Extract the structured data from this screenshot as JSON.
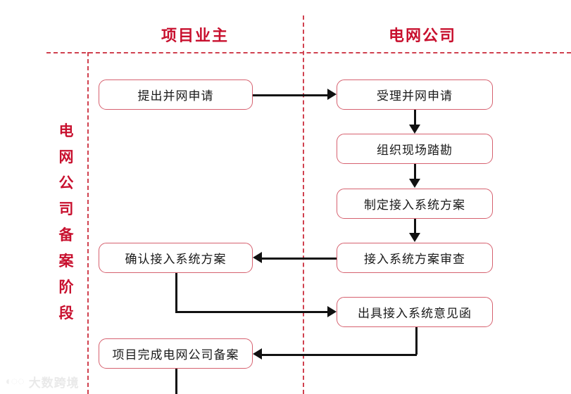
{
  "diagram": {
    "title_lanes": {
      "owner": "项目业主",
      "grid": "电网公司"
    },
    "stage_label": "电网公司备案阶段",
    "accent_color": "#c8102e",
    "node_border_color": "#d6616f",
    "connector_color": "#111111",
    "divider_color": "#d0414f"
  },
  "nodes": {
    "apply": "提出并网申请",
    "accept": "受理并网申请",
    "survey": "组织现场踏勘",
    "scheme": "制定接入系统方案",
    "review": "接入系统方案审查",
    "confirm": "确认接入系统方案",
    "letter": "出具接入系统意见函",
    "filing": "项目完成电网公司备案"
  },
  "watermark": {
    "text": "大数跨境",
    "mark": "◖◌◌"
  }
}
